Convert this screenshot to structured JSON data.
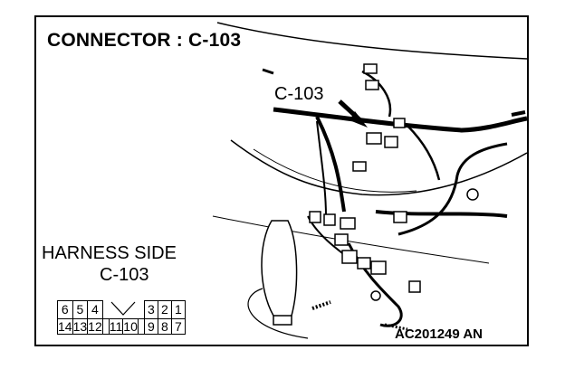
{
  "title": "CONNECTOR : C-103",
  "callout_label": "C-103",
  "harness_side": {
    "line1": "HARNESS SIDE",
    "line2": "C-103"
  },
  "connector_pins": {
    "top": [
      "6",
      "5",
      "4",
      "",
      "",
      "3",
      "2",
      "1"
    ],
    "bottom": [
      "14",
      "13",
      "12",
      "11",
      "10",
      "9",
      "8",
      "7"
    ]
  },
  "drawing_code": "AC201249 AN"
}
